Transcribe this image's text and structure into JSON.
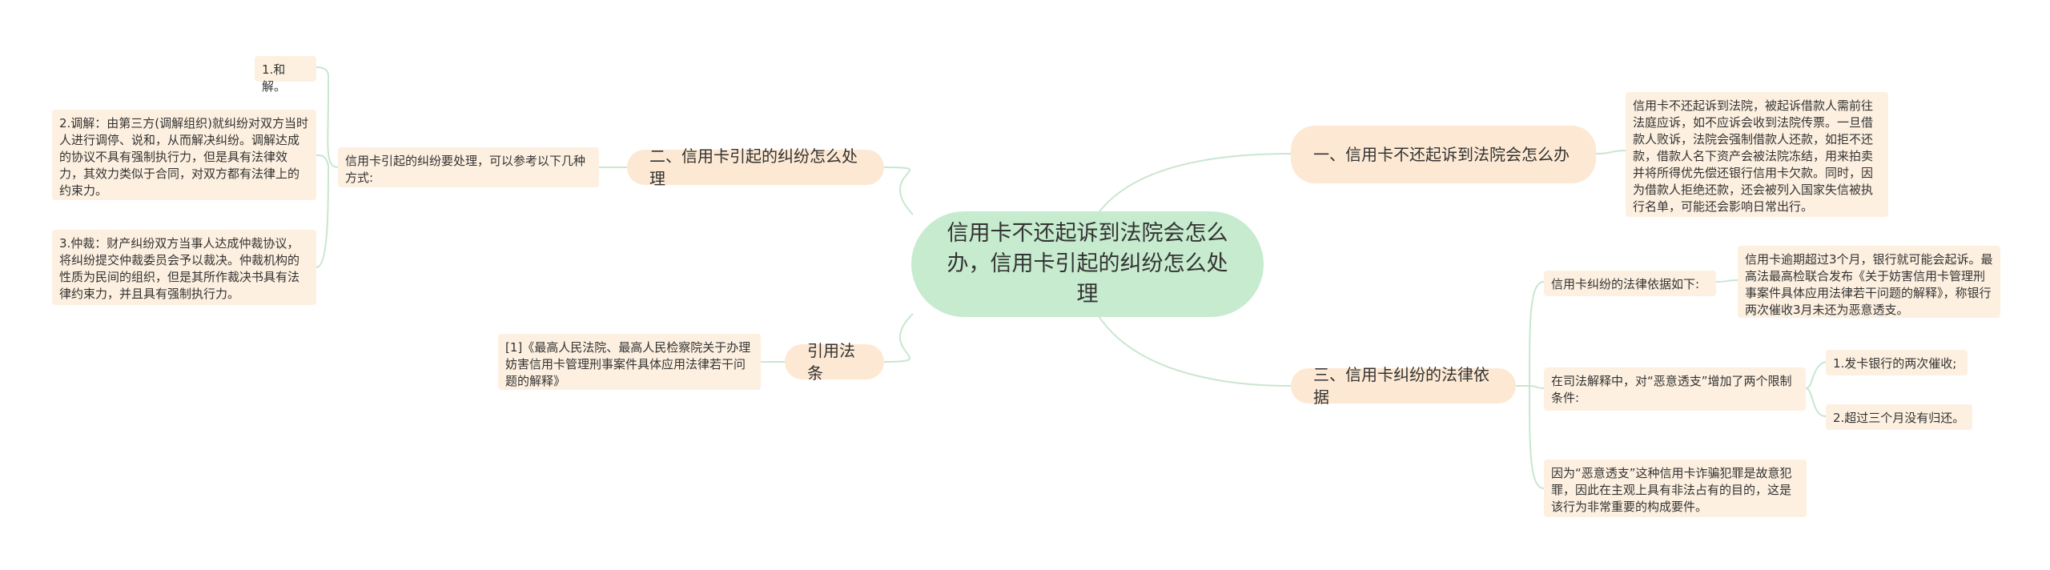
{
  "colors": {
    "root_bg": "#c7ebce",
    "branch_bg": "#fde9d3",
    "leaf_bg": "#fdf0e0",
    "line": "#c9e6cf"
  },
  "root": {
    "text": "信用卡不还起诉到法院会怎么办，信用卡引起的纠纷怎么处理"
  },
  "branches": {
    "b1": {
      "label": "一、信用卡不还起诉到法院会怎么办",
      "detail": "信用卡不还起诉到法院，被起诉借款人需前往法庭应诉，如不应诉会收到法院传票。一旦借款人败诉，法院会强制借款人还款，如拒不还款，借款人名下资产会被法院冻结，用来拍卖并将所得优先偿还银行信用卡欠款。同时，因为借款人拒绝还款，还会被列入国家失信被执行名单，可能还会影响日常出行。"
    },
    "b2": {
      "label": "二、信用卡引起的纠纷怎么处理",
      "intro": "信用卡引起的纠纷要处理，可以参考以下几种方式:",
      "items": [
        "1.和解。",
        "2.调解：由第三方(调解组织)就纠纷对双方当时人进行调停、说和，从而解决纠纷。调解达成的协议不具有强制执行力，但是具有法律效力，其效力类似于合同，对双方都有法律上的约束力。",
        "3.仲裁：财产纠纷双方当事人达成仲裁协议，将纠纷提交仲裁委员会予以裁决。仲裁机构的性质为民间的组织，但是其所作裁决书具有法律约束力，并且具有强制执行力。"
      ]
    },
    "b3": {
      "label": "三、信用卡纠纷的法律依据",
      "basis": "信用卡纠纷的法律依据如下:",
      "basis_detail": "信用卡逾期超过3个月，银行就可能会起诉。最高法最高检联合发布《关于妨害信用卡管理刑事案件具体应用法律若干问题的解释》，称银行两次催收3月未还为恶意透支。",
      "interp": "在司法解释中，对“恶意透支”增加了两个限制条件:",
      "conditions": [
        "1.发卡银行的两次催收;",
        "2.超过三个月没有归还。"
      ],
      "intent": "因为“恶意透支”这种信用卡诈骗犯罪是故意犯罪，因此在主观上具有非法占有的目的，这是该行为非常重要的构成要件。"
    },
    "b4": {
      "label": "引用法条",
      "ref": "[1]《最高人民法院、最高人民检察院关于办理妨害信用卡管理刑事案件具体应用法律若干问题的解释》"
    }
  }
}
